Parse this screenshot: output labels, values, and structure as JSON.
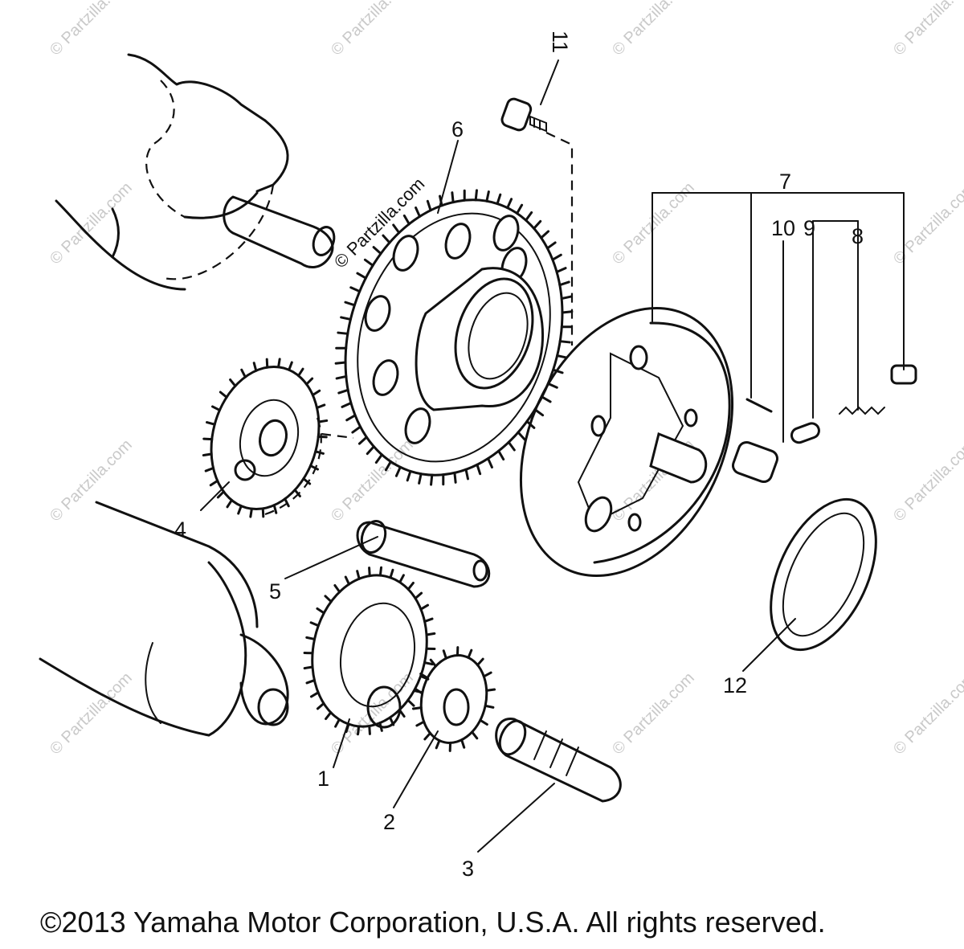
{
  "watermark": "© Partzilla.com",
  "copyright": "©2013 Yamaha Motor Corporation, U.S.A. All rights reserved.",
  "callouts": [
    {
      "id": "1",
      "label": "1"
    },
    {
      "id": "2",
      "label": "2"
    },
    {
      "id": "3",
      "label": "3"
    },
    {
      "id": "4",
      "label": "4"
    },
    {
      "id": "5",
      "label": "5"
    },
    {
      "id": "6",
      "label": "6"
    },
    {
      "id": "7",
      "label": "7"
    },
    {
      "id": "8",
      "label": "8"
    },
    {
      "id": "9",
      "label": "9"
    },
    {
      "id": "10",
      "label": "10"
    },
    {
      "id": "11",
      "label": "11"
    },
    {
      "id": "12",
      "label": "12"
    }
  ]
}
